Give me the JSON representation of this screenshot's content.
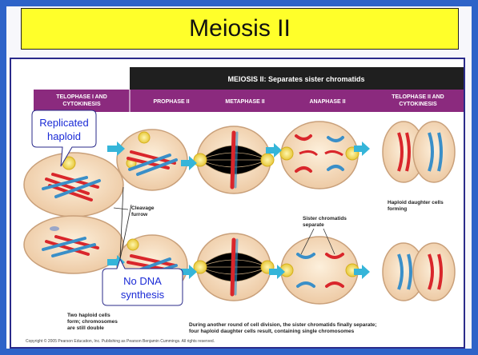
{
  "title": "Meiosis II",
  "header": {
    "main": "MEIOSIS II: Separates sister chromatids",
    "col_telophase1": [
      "TELOPHASE I AND",
      "CYTOKINESIS"
    ],
    "col_prophase2": "PROPHASE II",
    "col_metaphase2": "METAPHASE II",
    "col_anaphase2": "ANAPHASE II",
    "col_telophase2": [
      "TELOPHASE II AND",
      "CYTOKINESIS"
    ]
  },
  "labels": {
    "cleavage_furrow": [
      "Cleavage",
      "furrow"
    ],
    "haploid_forming": [
      "Haploid daughter cells",
      "forming"
    ],
    "sister_separate": [
      "Sister chromatids",
      "separate"
    ],
    "two_haploid": [
      "Two haploid cells",
      "form; chromosomes",
      "are still double"
    ],
    "during_round": "During another round of cell division, the sister chromatids finally separate;",
    "four_haploid": "four haploid daughter cells result, containing single chromosomes",
    "copyright": "Copyright © 2005 Pearson Education, Inc. Publishing as Pearson Benjamin Cummings. All rights reserved."
  },
  "callouts": {
    "replicated": [
      "Replicated",
      "haploid"
    ],
    "no_dna": [
      "No DNA",
      "synthesis"
    ]
  },
  "colors": {
    "slide_border": "#2e63c8",
    "title_bg": "#ffff2a",
    "header_dark": "#1f1f1f",
    "header_purple": "#8b2a7e",
    "callout_text": "#1a2ad6",
    "arrow": "#35b5d9",
    "chrom_red": "#d9262b",
    "chrom_blue": "#3a8fc8"
  }
}
